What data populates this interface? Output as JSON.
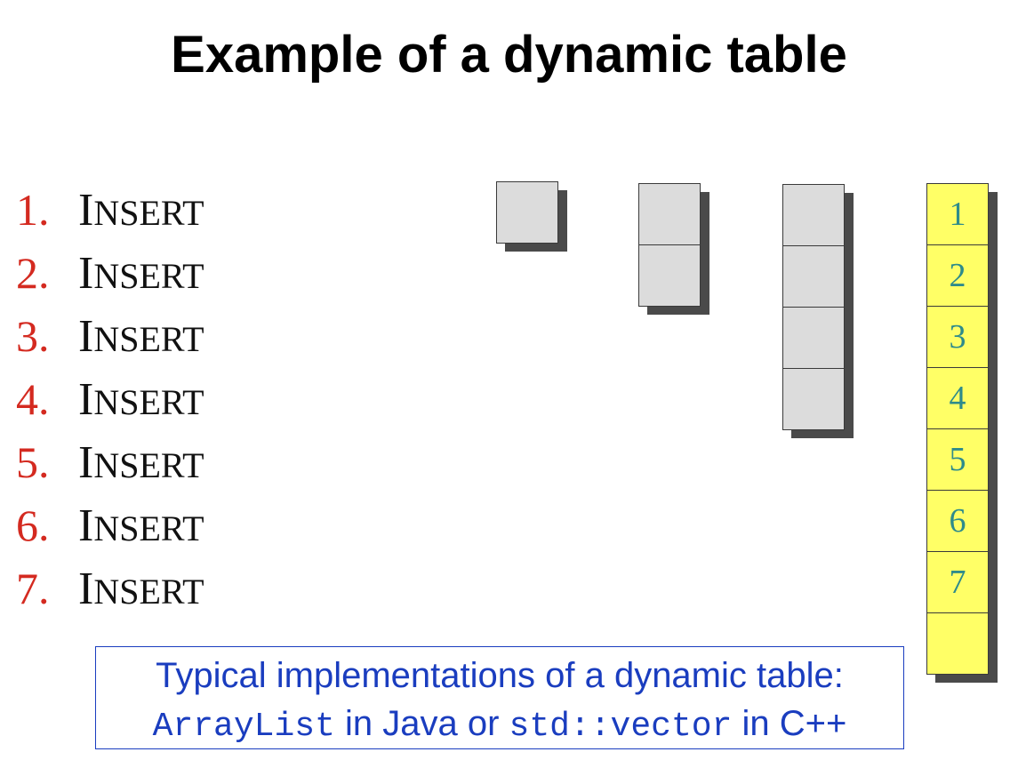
{
  "title": "Example of a dynamic table",
  "operations": [
    {
      "num": "1.",
      "op": "INSERT"
    },
    {
      "num": "2.",
      "op": "INSERT"
    },
    {
      "num": "3.",
      "op": "INSERT"
    },
    {
      "num": "4.",
      "op": "INSERT"
    },
    {
      "num": "5.",
      "op": "INSERT"
    },
    {
      "num": "6.",
      "op": "INSERT"
    },
    {
      "num": "7.",
      "op": "INSERT"
    }
  ],
  "tables": [
    {
      "size": 1,
      "labels": []
    },
    {
      "size": 2,
      "labels": []
    },
    {
      "size": 4,
      "labels": []
    },
    {
      "size": 8,
      "labels": [
        "1",
        "2",
        "3",
        "4",
        "5",
        "6",
        "7",
        ""
      ]
    }
  ],
  "note": {
    "line1": "Typical implementations of a dynamic table:",
    "code1": "ArrayList",
    "text1": " in Java or ",
    "code2": "std::vector",
    "text2": " in C++"
  },
  "colors": {
    "number_red": "#d42a20",
    "cell_gray": "#dcdcdc",
    "cell_yellow": "#ffff66",
    "label_teal": "#2e8b8b",
    "note_blue": "#1a3dbf"
  }
}
